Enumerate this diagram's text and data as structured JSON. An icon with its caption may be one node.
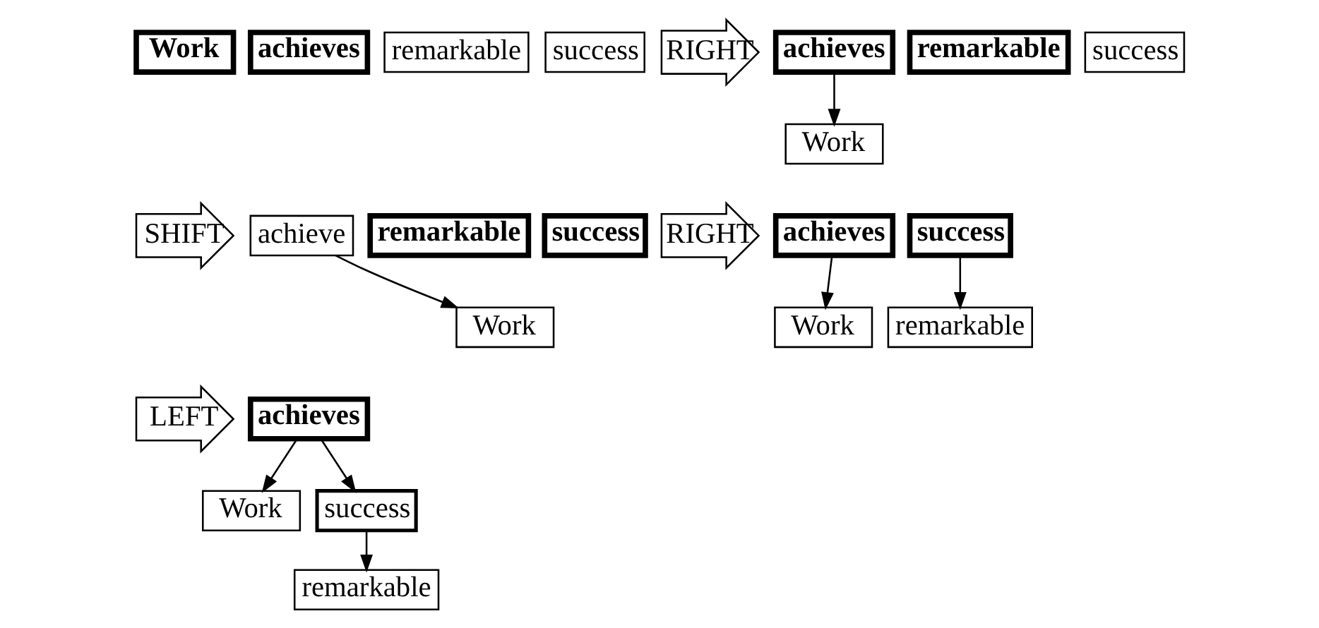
{
  "diagram": {
    "nodes": [
      {
        "text": [
          "Work"
        ]
      },
      {
        "text": [
          "achieves"
        ]
      },
      {
        "text": [
          "remarkable"
        ]
      },
      {
        "text": [
          "success"
        ]
      },
      {
        "text": [
          "RIGHT"
        ]
      },
      {
        "text": [
          "achieves"
        ]
      },
      {
        "text": [
          "remarkable"
        ]
      },
      {
        "text": [
          "success"
        ]
      },
      {
        "text": [
          "Work"
        ]
      },
      {
        "text": [
          "SHIFT"
        ]
      },
      {
        "text": [
          "achieve"
        ]
      },
      {
        "text": [
          "remarkable"
        ]
      },
      {
        "text": [
          "success"
        ]
      },
      {
        "text": [
          "RIGHT"
        ]
      },
      {
        "text": [
          "achieves"
        ]
      },
      {
        "text": [
          "success"
        ]
      },
      {
        "text": [
          "Work"
        ]
      },
      {
        "text": [
          "Work"
        ]
      },
      {
        "text": [
          "remarkable"
        ]
      },
      {
        "text": [
          "LEFT"
        ]
      },
      {
        "text": [
          "achieves"
        ]
      },
      {
        "text": [
          "Work"
        ]
      },
      {
        "text": [
          "success"
        ]
      },
      {
        "text": [
          "remarkable"
        ]
      }
    ],
    "edges": [
      {
        "from": 5,
        "to": 8,
        "arrow": "to"
      },
      {
        "from": 10,
        "to": 16,
        "arrow": "to"
      },
      {
        "from": 14,
        "to": 17,
        "arrow": "to"
      },
      {
        "from": 15,
        "to": 18,
        "arrow": "to"
      },
      {
        "from": 20,
        "to": 21,
        "arrow": "to"
      },
      {
        "from": 20,
        "to": 22,
        "arrow": "to"
      },
      {
        "from": 22,
        "to": 23,
        "arrow": "to"
      }
    ]
  }
}
